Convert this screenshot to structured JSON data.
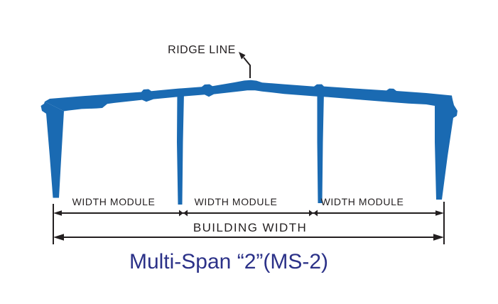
{
  "diagram": {
    "ridge_label": "RIDGE LINE",
    "module_labels": [
      "WIDTH MODULE",
      "WIDTH MODULE",
      "WIDTH MODULE"
    ],
    "building_width_label": "BUILDING WIDTH",
    "title": "Multi-Span “2”(MS-2)",
    "colors": {
      "frame_blue": "#1A6AB2",
      "line_black": "#231F20",
      "title_navy": "#2B3188",
      "background": "#FFFFFF"
    }
  }
}
